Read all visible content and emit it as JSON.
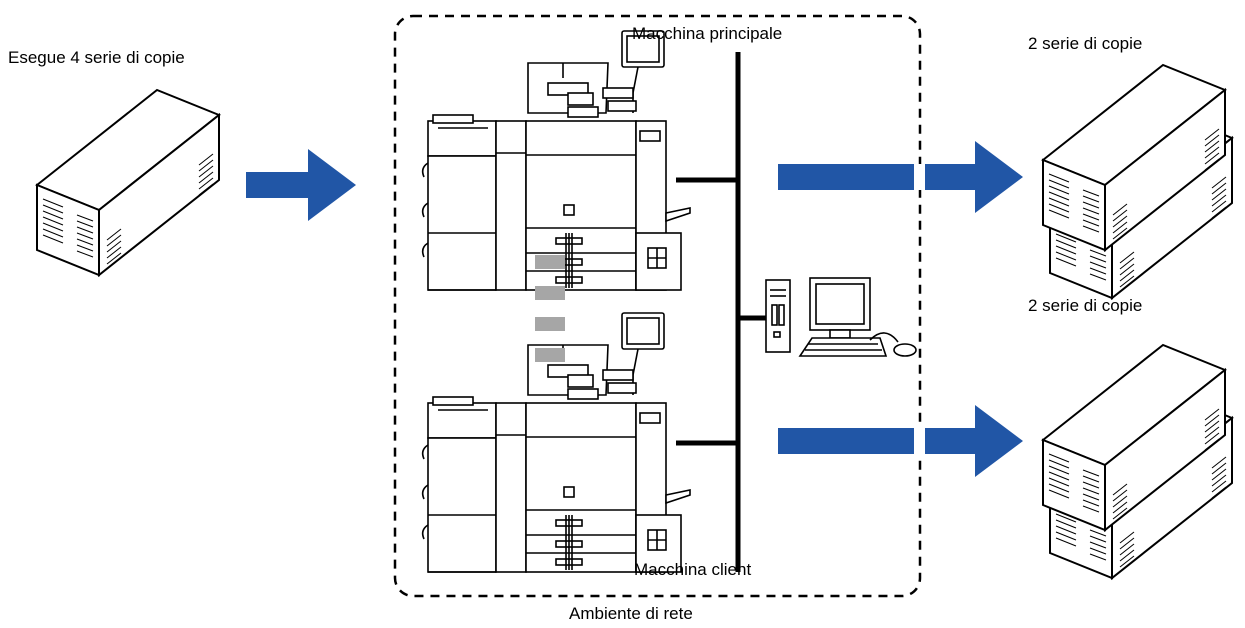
{
  "labels": {
    "source": "Esegue 4 serie di copie",
    "main_machine": "Macchina principale",
    "client_machine": "Macchina client",
    "network": "Ambiente di rete",
    "output_top": "2 serie di copie",
    "output_bottom": "2 serie di copie"
  },
  "colors": {
    "arrow": "#2156A6",
    "line": "#000000",
    "dash_connector": "#A6A6A6",
    "paper_face": "#ffffff"
  },
  "icons": {
    "source": "paper-stack-icon",
    "machines": "copier-icon",
    "computer": "desktop-computer-icon",
    "outputs": "paper-stack-icon"
  }
}
